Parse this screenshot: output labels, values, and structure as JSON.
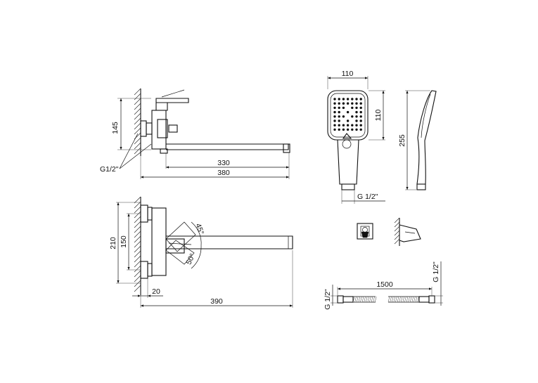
{
  "dimensions": {
    "side_height": "145",
    "side_thread": "G1/2\"",
    "side_spout": "330",
    "side_total": "380",
    "front_total_height": "210",
    "front_inner_height": "150",
    "front_angle_top": "45°",
    "front_angle_bottom": "50°",
    "front_offset": "20",
    "front_length": "390",
    "head_width": "110",
    "head_height": "110",
    "shower_length": "255",
    "shower_thread": "G 1/2\"",
    "hose_length": "1500",
    "hose_thread_left": "G 1/2\"",
    "hose_thread_right": "G 1/2\""
  },
  "colors": {
    "line": "#111111",
    "background": "#ffffff"
  }
}
